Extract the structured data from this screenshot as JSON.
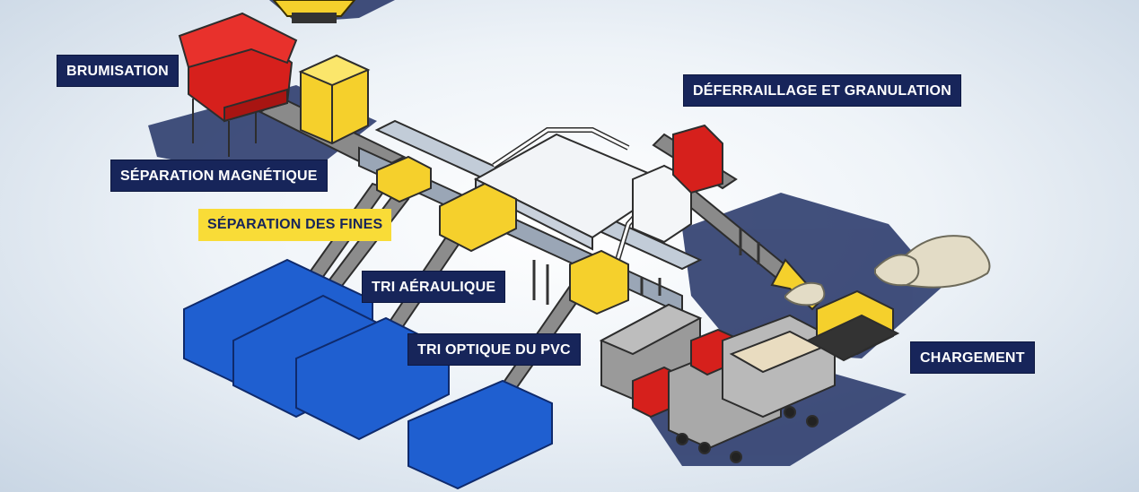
{
  "labels": {
    "brumisation": "BRUMISATION",
    "separation_magnetique": "SÉPARATION MAGNÉTIQUE",
    "separation_fines": "SÉPARATION DES FINES",
    "tri_aeraulique": "TRI AÉRAULIQUE",
    "tri_optique": "TRI OPTIQUE DU PVC",
    "deferraillage": "DÉFERRAILLAGE ET GRANULATION",
    "chargement": "CHARGEMENT"
  },
  "colors": {
    "label_dark": "#17255a",
    "label_yellow": "#f9dc37",
    "hopper_red": "#d6201c",
    "machine_yellow": "#f5d02c",
    "container_blue": "#1f5fd0",
    "ground_navy": "#2e3d6e"
  }
}
